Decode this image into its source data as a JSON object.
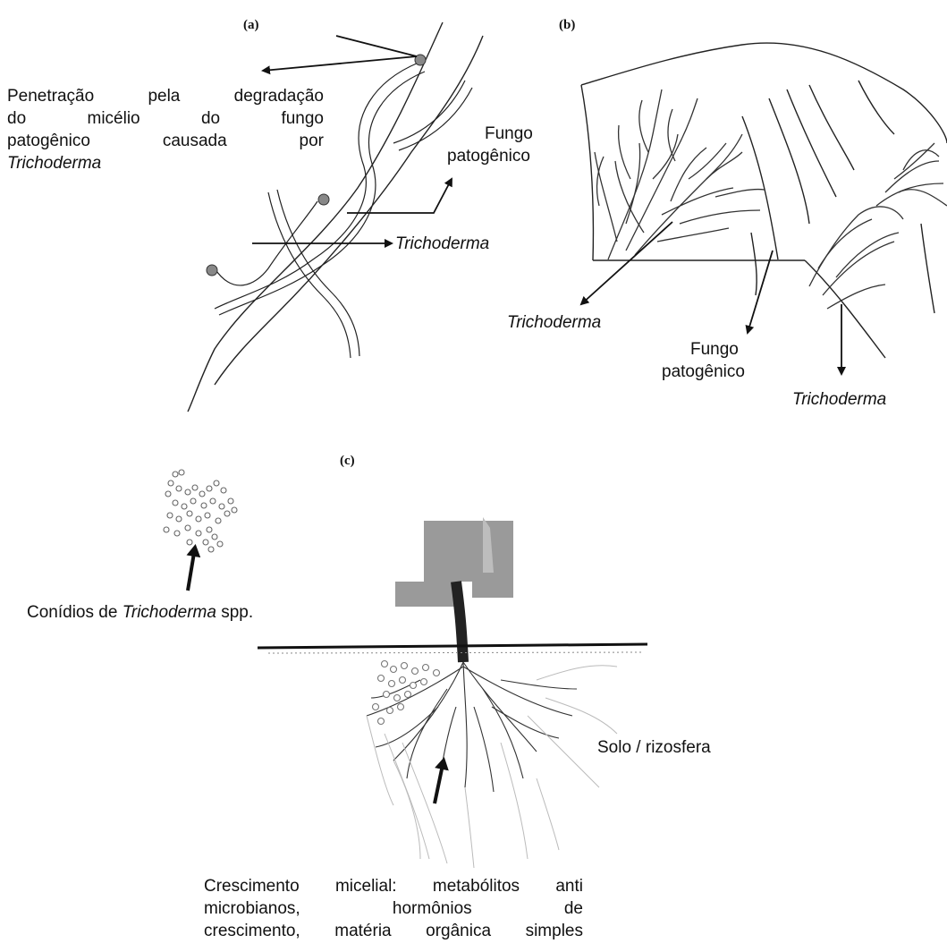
{
  "panels": {
    "a": "(a)",
    "b": "(b)",
    "c": "(c)"
  },
  "panel_a": {
    "penetration_line1": "Penetração pela degradação",
    "penetration_line2": "do micélio do fungo",
    "penetration_line3": "patogênico causada por",
    "penetration_line4": "Trichoderma",
    "pathogen_line1": "Fungo",
    "pathogen_line2": "patogênico",
    "trichoderma": "Trichoderma"
  },
  "panel_b": {
    "trichoderma_left": "Trichoderma",
    "pathogen_line1": "Fungo",
    "pathogen_line2": "patogênico",
    "trichoderma_right": "Trichoderma"
  },
  "panel_c": {
    "conidia_prefix": "Conídios de ",
    "conidia_italic": "Trichoderma",
    "conidia_suffix": " spp.",
    "soil": "Solo / rizosfera",
    "growth_line1": "Crescimento micelial: metabólitos anti",
    "growth_line2": "microbianos, hormônios de",
    "growth_line3": "crescimento, matéria orgânica simples"
  }
}
